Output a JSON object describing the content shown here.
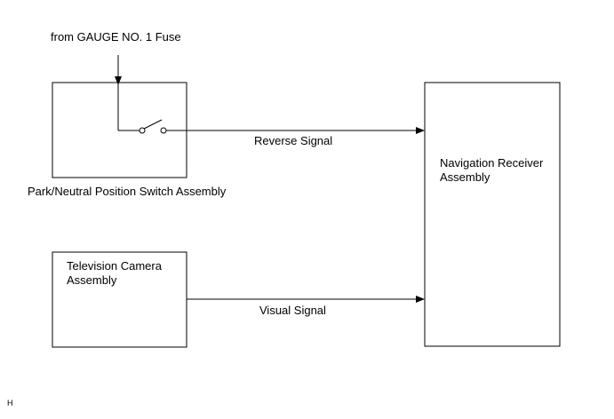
{
  "labels": {
    "fuse_source": "from GAUGE NO. 1 Fuse",
    "switch_assembly": "Park/Neutral Position Switch Assembly",
    "camera_assembly": "Television Camera\nAssembly",
    "navigation_receiver": "Navigation Receiver\nAssembly",
    "reverse_signal": "Reverse Signal",
    "visual_signal": "Visual Signal",
    "corner_code": "H"
  },
  "colors": {
    "line": "#000000",
    "background": "#ffffff"
  }
}
